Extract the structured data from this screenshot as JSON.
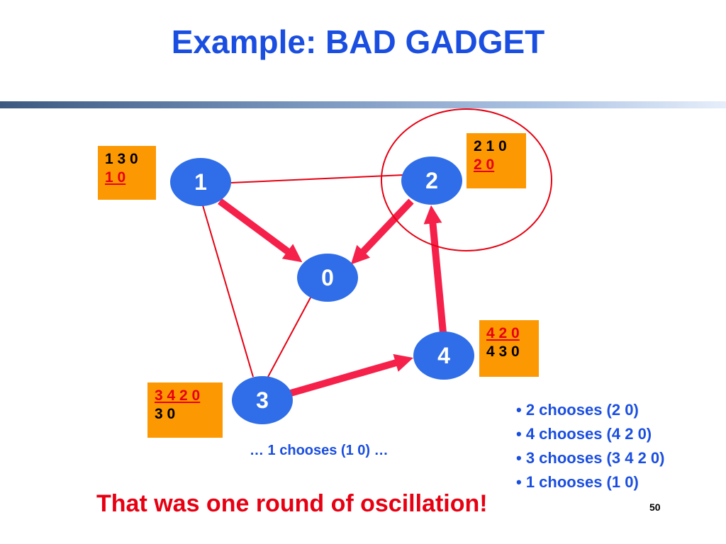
{
  "slide": {
    "title": "Example: BAD GADGET",
    "page_number": "50"
  },
  "colors": {
    "title_blue": "#1a4ee0",
    "node_fill": "#2f6ee8",
    "edge_red": "#e60012",
    "arrow_red": "#f5214b",
    "pref_box": "#fc9802",
    "divider": "#3c5a80"
  },
  "nodes": [
    {
      "id": "1",
      "label": "1"
    },
    {
      "id": "2",
      "label": "2"
    },
    {
      "id": "0",
      "label": "0"
    },
    {
      "id": "4",
      "label": "4"
    },
    {
      "id": "3",
      "label": "3"
    }
  ],
  "links": [
    {
      "from": "1",
      "to": "2"
    },
    {
      "from": "1",
      "to": "3"
    },
    {
      "from": "3",
      "to": "0"
    }
  ],
  "chosen_routes": [
    {
      "from": "1",
      "to": "0"
    },
    {
      "from": "2",
      "to": "0"
    },
    {
      "from": "4",
      "to": "2"
    },
    {
      "from": "3",
      "to": "4"
    }
  ],
  "highlight": {
    "node": "2",
    "shape": "circle"
  },
  "preferences": {
    "node1": {
      "rows": [
        {
          "text": "1 3 0",
          "chosen": false
        },
        {
          "text": "1 0",
          "chosen": true
        }
      ]
    },
    "node2": {
      "rows": [
        {
          "text": "2 1 0",
          "chosen": false
        },
        {
          "text": "2 0",
          "chosen": true
        }
      ]
    },
    "node4": {
      "rows": [
        {
          "text": "4 2 0",
          "chosen": true
        },
        {
          "text": "4 3 0",
          "chosen": false
        }
      ]
    },
    "node3": {
      "rows": [
        {
          "text": "3 4 2 0",
          "chosen": true
        },
        {
          "text": "3 0",
          "chosen": false
        }
      ]
    }
  },
  "caption": "… 1 chooses (1 0) …",
  "bullets": [
    "2 chooses (2 0)",
    "4 chooses (4 2 0)",
    "3 chooses (3 4 2 0)",
    "1 chooses (1 0)"
  ],
  "conclusion": "That was one round of oscillation!"
}
